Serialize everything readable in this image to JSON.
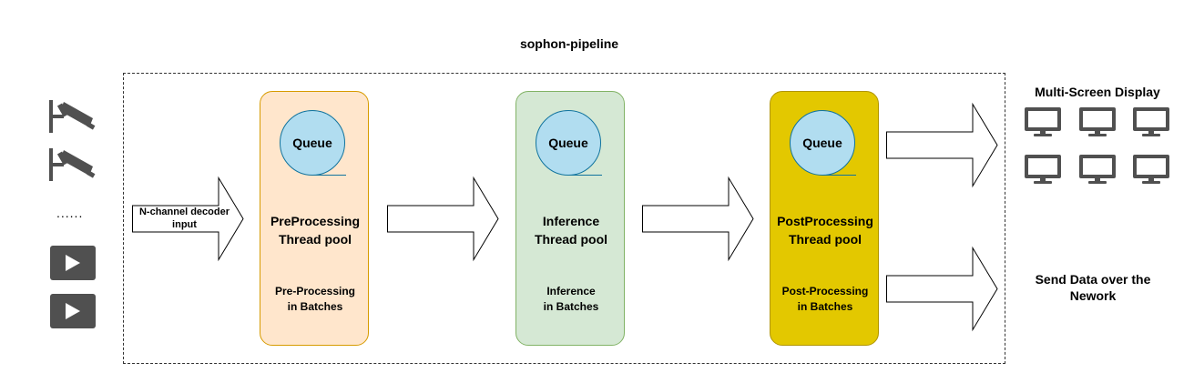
{
  "diagram": {
    "title": "sophon-pipeline",
    "input_arrow_label": "N-channel decoder input",
    "input_dots": "......",
    "sources": {
      "cameras": [
        "camera-icon",
        "camera-icon"
      ],
      "videos": [
        "play-icon",
        "play-icon"
      ]
    },
    "stages": [
      {
        "queue": "Queue",
        "title_line1": "PreProcessing",
        "title_line2": "Thread pool",
        "sub_line1": "Pre-Processing",
        "sub_line2": "in Batches",
        "fill": "#ffe6cc",
        "stroke": "#d79b00"
      },
      {
        "queue": "Queue",
        "title_line1": "Inference",
        "title_line2": "Thread pool",
        "sub_line1": "Inference",
        "sub_line2": "in Batches",
        "fill": "#d5e8d4",
        "stroke": "#82b366"
      },
      {
        "queue": "Queue",
        "title_line1": "PostProcessing",
        "title_line2": "Thread pool",
        "sub_line1": "Post-Processing",
        "sub_line2": "in Batches",
        "fill": "#e3c800",
        "stroke": "#b09500"
      }
    ],
    "outputs": {
      "display_title": "Multi-Screen Display",
      "monitor_count": 6,
      "network_line1": "Send Data over the",
      "network_line2": "Nework"
    }
  }
}
